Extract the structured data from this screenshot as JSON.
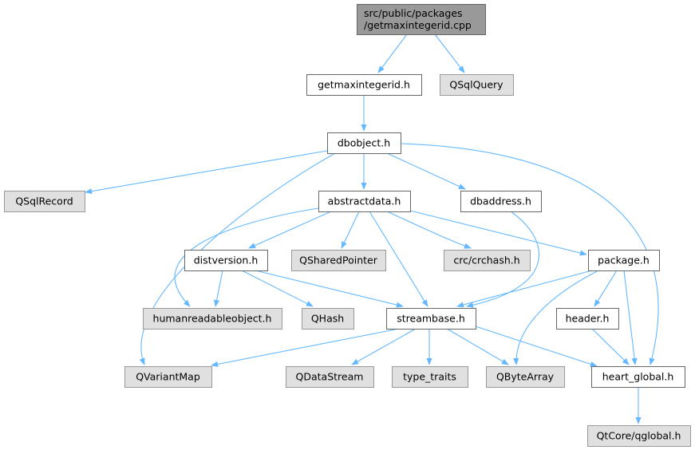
{
  "colors": {
    "root_fill": "#999999",
    "root_stroke": "#666666",
    "local_fill": "#ffffff",
    "local_stroke": "#666666",
    "external_fill": "#e0e0e0",
    "external_stroke": "#999999",
    "edge": "#63b8ff",
    "text": "#000000"
  },
  "nodes": [
    {
      "id": "root",
      "kind": "root",
      "label": [
        "src/public/packages",
        "/getmaxintegerid.cpp"
      ]
    },
    {
      "id": "getmaxintegerid_h",
      "kind": "local",
      "label": [
        "getmaxintegerid.h"
      ]
    },
    {
      "id": "qsqlquery",
      "kind": "external",
      "label": [
        "QSqlQuery"
      ]
    },
    {
      "id": "dbobject_h",
      "kind": "local",
      "label": [
        "dbobject.h"
      ]
    },
    {
      "id": "qsqlrecord",
      "kind": "external",
      "label": [
        "QSqlRecord"
      ]
    },
    {
      "id": "abstractdata_h",
      "kind": "local",
      "label": [
        "abstractdata.h"
      ]
    },
    {
      "id": "dbaddress_h",
      "kind": "local",
      "label": [
        "dbaddress.h"
      ]
    },
    {
      "id": "distversion_h",
      "kind": "local",
      "label": [
        "distversion.h"
      ]
    },
    {
      "id": "qsharedpointer",
      "kind": "external",
      "label": [
        "QSharedPointer"
      ]
    },
    {
      "id": "crchash_h",
      "kind": "external",
      "label": [
        "crc/crchash.h"
      ]
    },
    {
      "id": "package_h",
      "kind": "local",
      "label": [
        "package.h"
      ]
    },
    {
      "id": "humanreadableobject_h",
      "kind": "external",
      "label": [
        "humanreadableobject.h"
      ]
    },
    {
      "id": "qhash",
      "kind": "external",
      "label": [
        "QHash"
      ]
    },
    {
      "id": "streambase_h",
      "kind": "local",
      "label": [
        "streambase.h"
      ]
    },
    {
      "id": "header_h",
      "kind": "local",
      "label": [
        "header.h"
      ]
    },
    {
      "id": "qvariantmap",
      "kind": "external",
      "label": [
        "QVariantMap"
      ]
    },
    {
      "id": "qdatastream",
      "kind": "external",
      "label": [
        "QDataStream"
      ]
    },
    {
      "id": "type_traits",
      "kind": "external",
      "label": [
        "type_traits"
      ]
    },
    {
      "id": "qbytearray",
      "kind": "external",
      "label": [
        "QByteArray"
      ]
    },
    {
      "id": "heart_global_h",
      "kind": "local",
      "label": [
        "heart_global.h"
      ]
    },
    {
      "id": "qglobal_h",
      "kind": "external",
      "label": [
        "QtCore/qglobal.h"
      ]
    }
  ],
  "edges": [
    {
      "from": "root",
      "to": "getmaxintegerid_h"
    },
    {
      "from": "root",
      "to": "qsqlquery"
    },
    {
      "from": "getmaxintegerid_h",
      "to": "dbobject_h"
    },
    {
      "from": "dbobject_h",
      "to": "qsqlrecord"
    },
    {
      "from": "dbobject_h",
      "to": "abstractdata_h"
    },
    {
      "from": "dbobject_h",
      "to": "dbaddress_h"
    },
    {
      "from": "dbobject_h",
      "to": "qvariantmap"
    },
    {
      "from": "dbobject_h",
      "to": "heart_global_h"
    },
    {
      "from": "abstractdata_h",
      "to": "distversion_h"
    },
    {
      "from": "abstractdata_h",
      "to": "qsharedpointer"
    },
    {
      "from": "abstractdata_h",
      "to": "crchash_h"
    },
    {
      "from": "abstractdata_h",
      "to": "package_h"
    },
    {
      "from": "abstractdata_h",
      "to": "humanreadableobject_h"
    },
    {
      "from": "abstractdata_h",
      "to": "streambase_h"
    },
    {
      "from": "dbaddress_h",
      "to": "streambase_h"
    },
    {
      "from": "distversion_h",
      "to": "humanreadableobject_h"
    },
    {
      "from": "distversion_h",
      "to": "qhash"
    },
    {
      "from": "distversion_h",
      "to": "streambase_h"
    },
    {
      "from": "package_h",
      "to": "streambase_h"
    },
    {
      "from": "package_h",
      "to": "header_h"
    },
    {
      "from": "package_h",
      "to": "qbytearray"
    },
    {
      "from": "package_h",
      "to": "heart_global_h"
    },
    {
      "from": "header_h",
      "to": "heart_global_h"
    },
    {
      "from": "streambase_h",
      "to": "qvariantmap"
    },
    {
      "from": "streambase_h",
      "to": "qdatastream"
    },
    {
      "from": "streambase_h",
      "to": "type_traits"
    },
    {
      "from": "streambase_h",
      "to": "qbytearray"
    },
    {
      "from": "streambase_h",
      "to": "heart_global_h"
    },
    {
      "from": "heart_global_h",
      "to": "qglobal_h"
    }
  ]
}
